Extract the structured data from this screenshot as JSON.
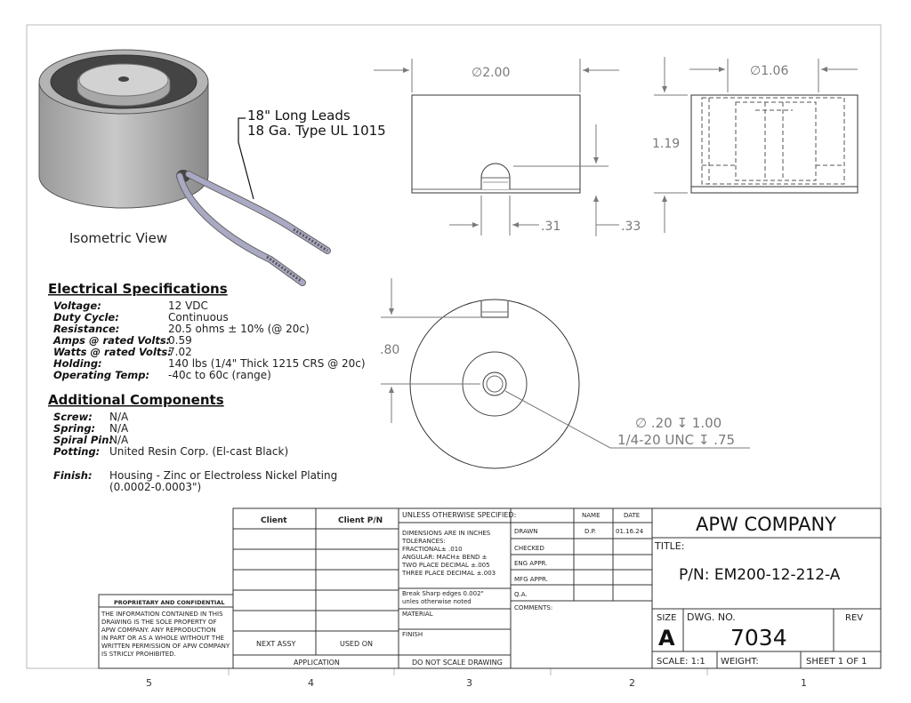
{
  "views": {
    "iso_label": "Isometric View",
    "leads_line1": "18\" Long Leads",
    "leads_line2": "18 Ga. Type UL 1015"
  },
  "dims": {
    "front_dia": "∅2.00",
    "side_dia": "∅1.06",
    "height": "1.19",
    "slot_w": ".31",
    "slot_h": ".33",
    "top_offset": ".80",
    "hole_line1": "∅ .20 ↧ 1.00",
    "hole_line2": "1/4-20 UNC  ↧ .75"
  },
  "electrical": {
    "title": "Electrical Specifications",
    "rows": [
      {
        "label": "Voltage:",
        "value": "12 VDC"
      },
      {
        "label": "Duty Cycle:",
        "value": "Continuous"
      },
      {
        "label": "Resistance:",
        "value": "20.5 ohms ± 10% (@ 20c)"
      },
      {
        "label": "Amps @ rated Volts:",
        "value": "0.59"
      },
      {
        "label": "Watts @ rated Volts:",
        "value": "7.02"
      },
      {
        "label": "Holding:",
        "value": "140 lbs (1/4\" Thick 1215 CRS @ 20c)"
      },
      {
        "label": "Operating Temp:",
        "value": "-40c to 60c (range)"
      }
    ]
  },
  "additional": {
    "title": "Additional Components",
    "rows": [
      {
        "label": "Screw:",
        "value": "N/A"
      },
      {
        "label": "Spring:",
        "value": "N/A"
      },
      {
        "label": "Spiral Pin:",
        "value": "N/A"
      },
      {
        "label": "Potting:",
        "value": "United Resin Corp. (El-cast Black)"
      }
    ],
    "finish_label": "Finish:",
    "finish_line1": "Housing - Zinc or Electroless Nickel Plating",
    "finish_line2": "(0.0002-0.0003\")"
  },
  "proprietary": {
    "title": "PROPRIETARY AND CONFIDENTIAL",
    "lines": [
      "THE INFORMATION CONTAINED IN THIS",
      "DRAWING IS THE SOLE PROPERTY OF",
      "APW COMPANY.  ANY REPRODUCTION",
      "IN PART OR AS A WHOLE WITHOUT THE",
      "WRITTEN PERMISSION OF APW COMPANY",
      "IS STRICLY PROHIBITED."
    ]
  },
  "title_block": {
    "client": "Client",
    "client_pn": "Client P/N",
    "next_assy": "NEXT ASSY",
    "used_on": "USED ON",
    "application": "APPLICATION",
    "unless": "UNLESS OTHERWISE SPECIFIED:",
    "dims_note": [
      "DIMENSIONS ARE IN INCHES",
      "TOLERANCES:",
      "FRACTIONAL± .010",
      "ANGULAR: MACH±      BEND ±",
      "TWO PLACE DECIMAL    ±.005",
      "THREE PLACE DECIMAL   ±.003"
    ],
    "break_note": [
      "Break Sharp edges 0.002\"",
      "unles otherwise noted"
    ],
    "material": "MATERIAL",
    "finish": "FINISH",
    "do_not_scale": "DO NOT SCALE DRAWING",
    "name_hdr": "NAME",
    "date_hdr": "DATE",
    "drawn": "DRAWN",
    "drawn_name": "D.P.",
    "drawn_date": "01.16.24",
    "checked": "CHECKED",
    "eng_appr": "ENG APPR.",
    "mfg_appr": "MFG APPR.",
    "qa": "Q.A.",
    "comments": "COMMENTS:",
    "company": "APW COMPANY",
    "title_label": "TITLE:",
    "part_number": "P/N: EM200-12-212-A",
    "size_label": "SIZE",
    "size_value": "A",
    "dwg_label": "DWG.  NO.",
    "dwg_value": "7034",
    "rev_label": "REV",
    "scale": "SCALE: 1:1",
    "weight": "WEIGHT:",
    "sheet": "SHEET 1 OF 1"
  },
  "zones": [
    "5",
    "4",
    "3",
    "2",
    "1"
  ]
}
